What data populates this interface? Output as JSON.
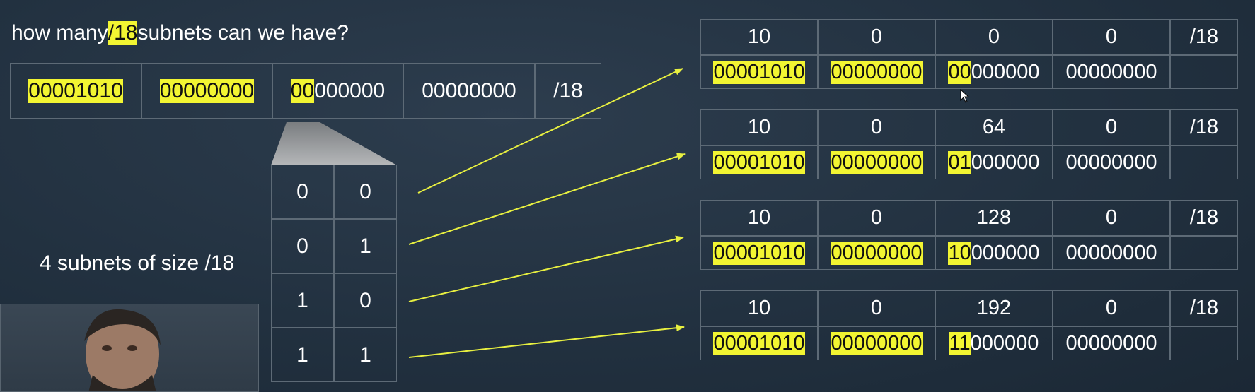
{
  "title": {
    "before": "how many ",
    "highlight": "/18",
    "after": " subnets can we have?"
  },
  "source_address": {
    "octets": [
      {
        "highlight": "00001010",
        "rest": ""
      },
      {
        "highlight": "00000000",
        "rest": ""
      },
      {
        "highlight": "00",
        "rest": "000000"
      },
      {
        "highlight": "",
        "rest": "00000000"
      }
    ],
    "prefix": "/18"
  },
  "bit_table": [
    [
      "0",
      "0"
    ],
    [
      "0",
      "1"
    ],
    [
      "1",
      "0"
    ],
    [
      "1",
      "1"
    ]
  ],
  "caption": "4 subnets of size /18",
  "subnets": [
    {
      "decimal": [
        "10",
        "0",
        "0",
        "0"
      ],
      "prefix": "/18",
      "binary": [
        {
          "highlight": "00001010",
          "rest": ""
        },
        {
          "highlight": "00000000",
          "rest": ""
        },
        {
          "highlight": "00",
          "rest": "000000"
        },
        {
          "highlight": "",
          "rest": "00000000"
        }
      ]
    },
    {
      "decimal": [
        "10",
        "0",
        "64",
        "0"
      ],
      "prefix": "/18",
      "binary": [
        {
          "highlight": "00001010",
          "rest": ""
        },
        {
          "highlight": "00000000",
          "rest": ""
        },
        {
          "highlight": "01",
          "rest": "000000"
        },
        {
          "highlight": "",
          "rest": "00000000"
        }
      ]
    },
    {
      "decimal": [
        "10",
        "0",
        "128",
        "0"
      ],
      "prefix": "/18",
      "binary": [
        {
          "highlight": "00001010",
          "rest": ""
        },
        {
          "highlight": "00000000",
          "rest": ""
        },
        {
          "highlight": "10",
          "rest": "000000"
        },
        {
          "highlight": "",
          "rest": "00000000"
        }
      ]
    },
    {
      "decimal": [
        "10",
        "0",
        "192",
        "0"
      ],
      "prefix": "/18",
      "binary": [
        {
          "highlight": "00001010",
          "rest": ""
        },
        {
          "highlight": "00000000",
          "rest": ""
        },
        {
          "highlight": "11",
          "rest": "000000"
        },
        {
          "highlight": "",
          "rest": "00000000"
        }
      ]
    }
  ],
  "colors": {
    "highlight": "#f2f532",
    "arrow": "#e8f040",
    "border": "#5d6a76"
  },
  "icons": {
    "cursor": "mouse-pointer-icon",
    "speaker": "presenter-webcam"
  }
}
